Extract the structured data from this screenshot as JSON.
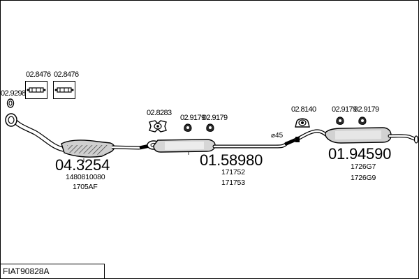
{
  "diagram_code": "FIAT90828A",
  "parts": {
    "manifold_gasket": "02.9298",
    "bracket_left": "02.8476",
    "bracket_right": "02.8476",
    "catalyst": "04.3254",
    "catalyst_ref1": "1480810080",
    "catalyst_ref2": "1705AF",
    "mid_hanger": "02.8283",
    "mid_rubber1": "02.9179",
    "mid_rubber2": "02.9179",
    "mid_silencer": "01.58980",
    "mid_ref1": "171752",
    "mid_ref2": "171753",
    "rear_clamp": "02.8140",
    "rear_rubber1": "02.9179",
    "rear_rubber2": "02.9179",
    "rear_silencer": "01.94590",
    "rear_ref1": "1726G7",
    "rear_ref2": "1726G9",
    "pipe_diameter": "⌀45"
  },
  "icons": [
    "gasket-icon",
    "bracket-icon",
    "hanger-icon",
    "rubber-mount-icon",
    "clamp-icon"
  ]
}
